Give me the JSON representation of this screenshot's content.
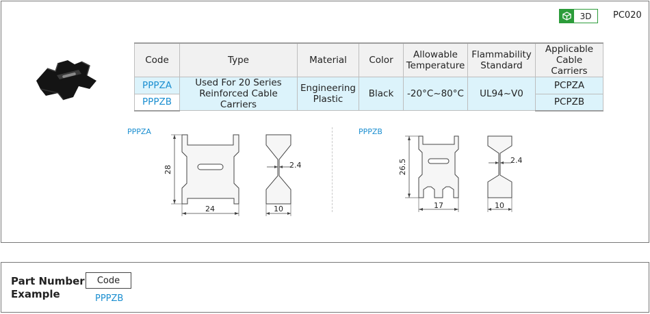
{
  "header": {
    "badge_label": "3D",
    "page_code": "PC020",
    "icon": "cube-icon",
    "accent_color": "#2c9c3a"
  },
  "table": {
    "headers": [
      "Code",
      "Type",
      "Material",
      "Color",
      "Allowable\nTemperature",
      "Flammability\nStandard",
      "Applicable\nCable Carriers"
    ],
    "rows": [
      {
        "code": "PPPZA",
        "carrier": "PCPZA"
      },
      {
        "code": "PPPZB",
        "carrier": "PCPZB"
      }
    ],
    "type": "Used For 20 Series\nReinforced Cable Carriers",
    "material": "Engineering\nPlastic",
    "color": "Black",
    "temperature": "-20°C~80°C",
    "flammability": "UL94~V0",
    "code_color": "#1a8ed0",
    "row_highlight": "#dcf3fb"
  },
  "drawings": {
    "a": {
      "label": "PPPZA",
      "height": "28",
      "width": "24",
      "thickness": "10",
      "neck": "2.4"
    },
    "b": {
      "label": "PPPZB",
      "height": "26.5",
      "width": "17",
      "thickness": "10",
      "neck": "2.4"
    }
  },
  "part_number": {
    "title": "Part Number\nExample",
    "box_label": "Code",
    "example": "PPPZB"
  }
}
